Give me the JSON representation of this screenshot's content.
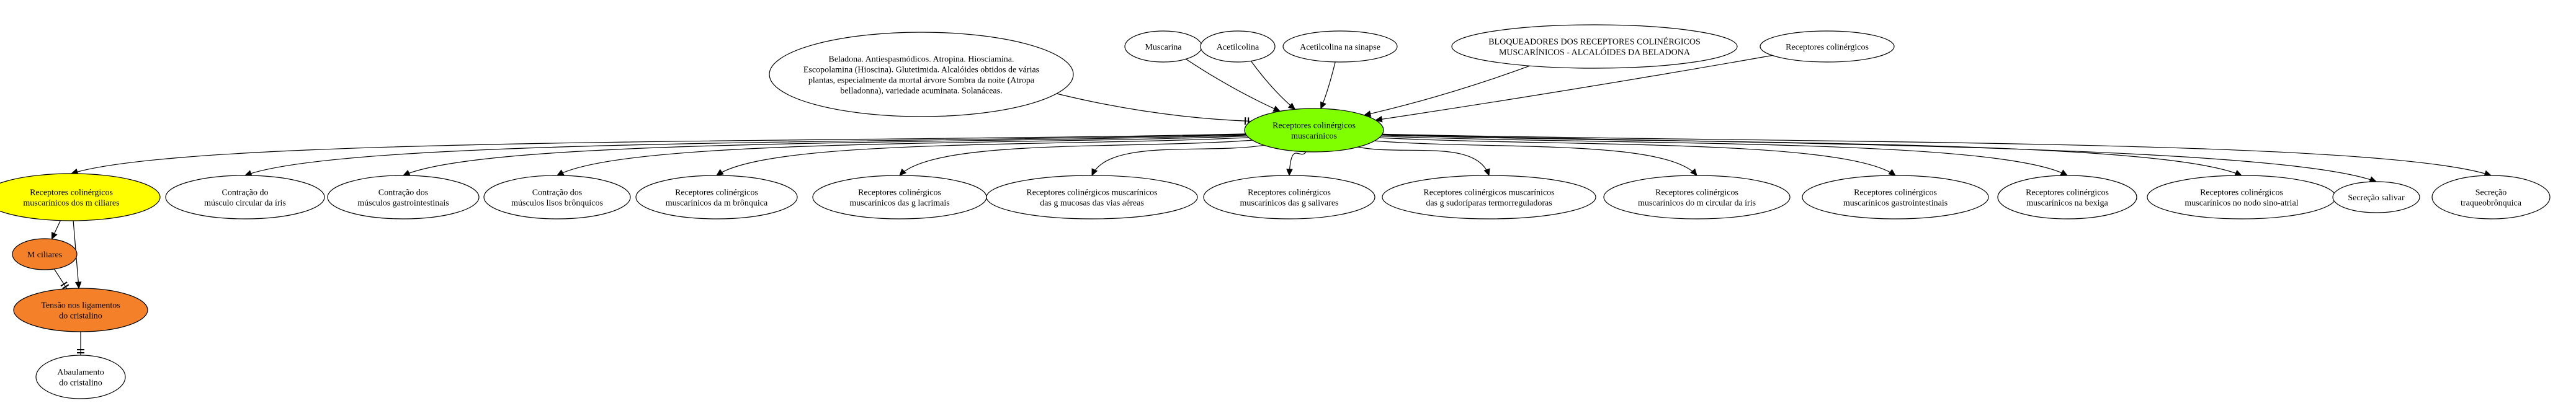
{
  "colors": {
    "central_fill": "#7fff00",
    "yellow_fill": "#ffff00",
    "orange_fill": "#f4812a",
    "default_fill": "#ffffff",
    "stroke": "#000000"
  },
  "nodes": {
    "beladona": [
      "Beladona. Antiespasmódicos. Atropina. Hiosciamina.",
      "Escopolamina (Hioscina). Glutetimida. Alcalóides obtidos de várias",
      "plantas, especialmente da mortal árvore Sombra da noite (Atropa",
      "belladonna), variedade acuminata. Solanáceas."
    ],
    "muscarina": [
      "Muscarina"
    ],
    "acetilcolina": [
      "Acetilcolina"
    ],
    "acetilcolina_sinapse": [
      "Acetilcolina na sinapse"
    ],
    "bloqueadores": [
      "BLOQUEADORES DOS RECEPTORES COLINÉRGICOS",
      "MUSCARÍNICOS - ALCALÓIDES DA BELADONA"
    ],
    "receptores_colinergicos": [
      "Receptores colinérgicos"
    ],
    "central": [
      "Receptores colinérgicos",
      "muscarínicos"
    ],
    "ciliares": [
      "Receptores colinérgicos",
      "muscarínicos dos m ciliares"
    ],
    "contracao_iris": [
      "Contração do",
      "músculo circular da íris"
    ],
    "contracao_gastro": [
      "Contração dos",
      "músculos gastrointestinais"
    ],
    "contracao_bronq": [
      "Contração dos",
      "músculos lisos brônquicos"
    ],
    "rc_bronquica": [
      "Receptores colinérgicos",
      "muscarínicos da m brônquica"
    ],
    "rc_lacrimais": [
      "Receptores colinérgicos",
      "muscarínicos das g lacrimais"
    ],
    "rc_mucosas": [
      "Receptores colinérgicos muscarínicos",
      "das g mucosas das vias aéreas"
    ],
    "rc_salivares": [
      "Receptores colinérgicos",
      "muscarínicos das g salivares"
    ],
    "rc_sudoriparas": [
      "Receptores colinérgicos muscarínicos",
      "das g sudoríparas termorreguladoras"
    ],
    "rc_iris": [
      "Receptores colinérgicos",
      "muscarínicos do m circular da íris"
    ],
    "rc_gastro": [
      "Receptores colinérgicos",
      "muscarínicos gastrointestinais"
    ],
    "rc_bexiga": [
      "Receptores colinérgicos",
      "muscarínicos na bexiga"
    ],
    "rc_sinoatrial": [
      "Receptores colinérgicos",
      "muscarínicos no nodo sino-atrial"
    ],
    "secrecao_salivar": [
      "Secreção salivar"
    ],
    "secrecao_traqueo": [
      "Secreção",
      "traqueobrônquica"
    ],
    "m_ciliares": [
      "M ciliares"
    ],
    "tensao": [
      "Tensão nos ligamentos",
      "do cristalino"
    ],
    "abaulamento": [
      "Abaulamento",
      "do cristalino"
    ]
  }
}
